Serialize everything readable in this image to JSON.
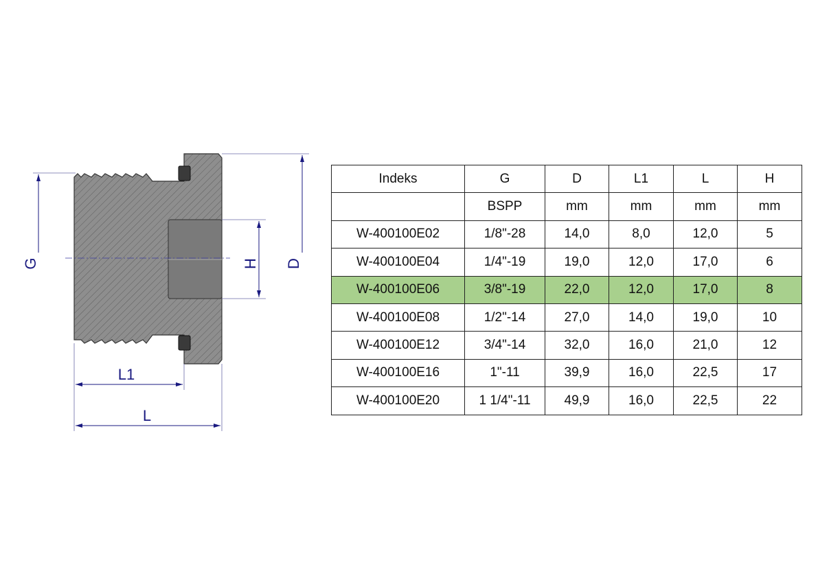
{
  "drawing": {
    "labels": {
      "G": "G",
      "H": "H",
      "D": "D",
      "L1": "L1",
      "L": "L"
    },
    "colors": {
      "dimension": "#1a1a80",
      "body": "#8c8c8c",
      "seal": "#3a3a3a",
      "highlight": "#a8d08d"
    }
  },
  "table": {
    "headers": [
      "Indeks",
      "G",
      "D",
      "L1",
      "L",
      "H"
    ],
    "units": [
      "",
      "BSPP",
      "mm",
      "mm",
      "mm",
      "mm"
    ],
    "highlighted_row": 2,
    "rows": [
      [
        "W-400100E02",
        "1/8\"-28",
        "14,0",
        "8,0",
        "12,0",
        "5"
      ],
      [
        "W-400100E04",
        "1/4\"-19",
        "19,0",
        "12,0",
        "17,0",
        "6"
      ],
      [
        "W-400100E06",
        "3/8\"-19",
        "22,0",
        "12,0",
        "17,0",
        "8"
      ],
      [
        "W-400100E08",
        "1/2\"-14",
        "27,0",
        "14,0",
        "19,0",
        "10"
      ],
      [
        "W-400100E12",
        "3/4\"-14",
        "32,0",
        "16,0",
        "21,0",
        "12"
      ],
      [
        "W-400100E16",
        "1\"-11",
        "39,9",
        "16,0",
        "22,5",
        "17"
      ],
      [
        "W-400100E20",
        "1 1/4\"-11",
        "49,9",
        "16,0",
        "22,5",
        "22"
      ]
    ]
  }
}
